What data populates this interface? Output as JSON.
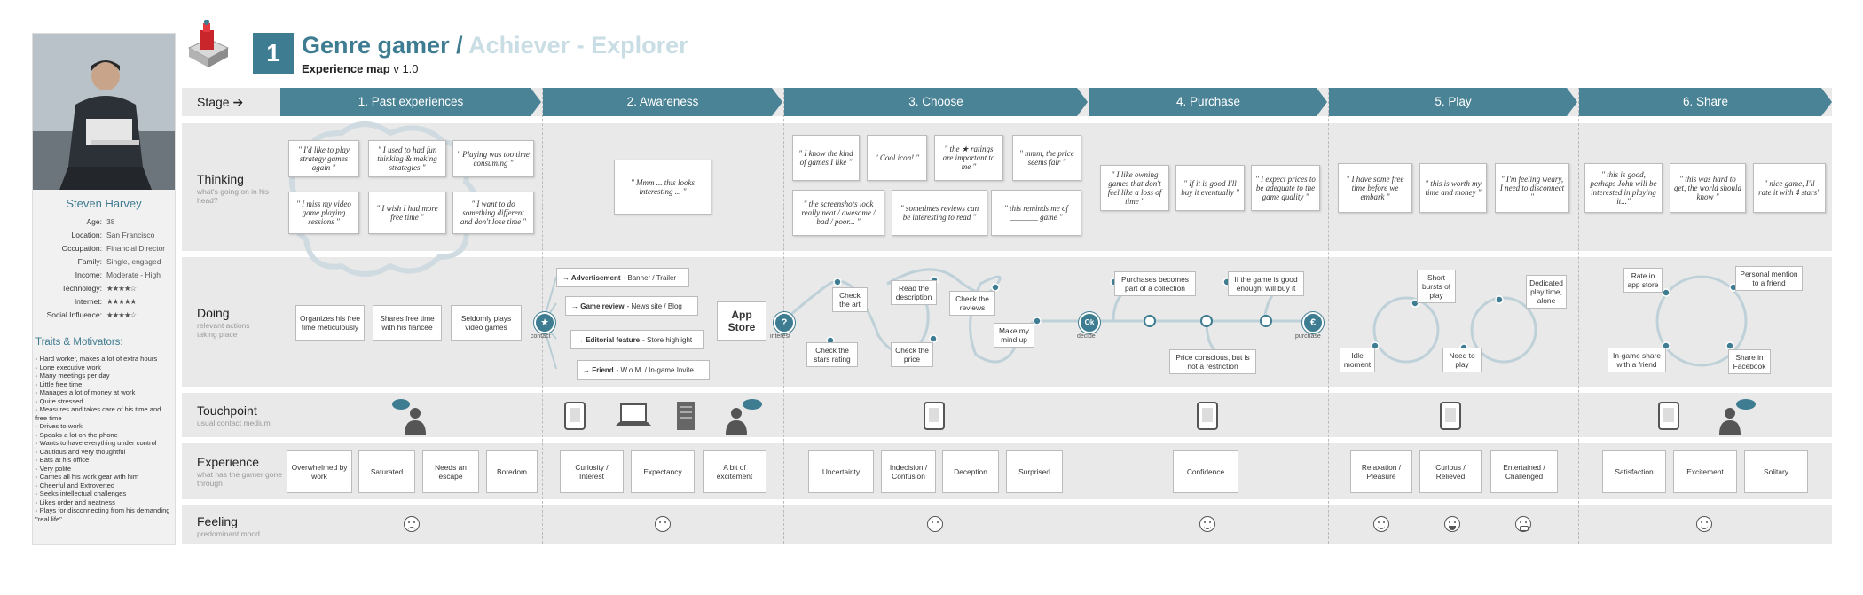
{
  "persona": {
    "name": "Steven Harvey",
    "details": [
      {
        "k": "Age:",
        "v": "38"
      },
      {
        "k": "Location:",
        "v": "San Francisco"
      },
      {
        "k": "Occupation:",
        "v": "Financial Director"
      },
      {
        "k": "Family:",
        "v": "Single, engaged"
      },
      {
        "k": "Income:",
        "v": "Moderate - High"
      }
    ],
    "ratings": [
      {
        "k": "Technology:",
        "stars": 4
      },
      {
        "k": "Internet:",
        "stars": 5
      },
      {
        "k": "Social Influence:",
        "stars": 4
      }
    ],
    "traits_heading": "Traits & Motivators:",
    "traits": [
      "· Hard worker, makes a lot of extra hours",
      "· Lone executive work",
      "· Many meetings per day",
      "· Little free time",
      "· Manages a lot of money at work",
      "· Quite stressed",
      "· Measures and takes care of his time and free time",
      "· Drives to work",
      "· Speaks a lot on the phone",
      "· Wants to have everything under control",
      "· Cautious and very thoughtful",
      "· Eats at his office",
      "· Very polite",
      "· Carries all his work gear with him",
      "· Cheerful and Extroverted",
      "· Seeks intellectual challenges",
      "· Likes order and neatness",
      "· Plays for disconnecting from his demanding \"real life\""
    ]
  },
  "header": {
    "number": "1",
    "title_main": "Genre gamer /",
    "title_sub": " Achiever - Explorer",
    "subtitle": "Experience map",
    "version": " v 1.0"
  },
  "rows": {
    "stage": "Stage ➔",
    "thinking": {
      "label": "Thinking",
      "sub": "what's going on in his head?"
    },
    "doing": {
      "label": "Doing",
      "sub": "relevant actions taking place"
    },
    "touchpoint": {
      "label": "Touchpoint",
      "sub": "usual contact medium"
    },
    "experience": {
      "label": "Experience",
      "sub": "what has the gamer gone through"
    },
    "feeling": {
      "label": "Feeling",
      "sub": "predominant mood"
    }
  },
  "stages": [
    "1. Past experiences",
    "2. Awareness",
    "3. Choose",
    "4. Purchase",
    "5. Play",
    "6. Share"
  ],
  "thinking": [
    "\" I'd like to play strategy games again \"",
    "\" I used to had fun thinking & making strategies \"",
    "\" Playing was too time consuming \"",
    "\" I miss my video game playing sessions \"",
    "\" I wish I had more free time \"",
    "\" I want to do something different and don't lose time \"",
    "\" Mmm ... this looks interesting ... \"",
    "\" I know the kind of games I like \"",
    "\" Cool icon! \"",
    "\" the ★ ratings are important to me \"",
    "\" mmm, the price seems fair \"",
    "\" the screenshots look really neat / awesome / bad / poor... \"",
    "\" sometimes reviews can be interesting to read \"",
    "\" this reminds me of _______ game \"",
    "\" I like owning games that don't feel like a loss of time \"",
    "\" If it is good I'll buy it eventually \"",
    "\" I expect prices to be adequate to the game quality \"",
    "\" I have some free time before we embark \"",
    "\" this is worth my time and money \"",
    "\" I'm feeling weary, I need to disconnect \"",
    "\" this is good, perhaps John will be interested in playing it...\"",
    "\" this was hard to get, the world should know \"",
    "\" nice game, I'll rate it with 4 stars\""
  ],
  "doing": {
    "past": [
      "Organizes his free time meticulously",
      "Shares free time with his fiancee",
      "Seldomly plays video games"
    ],
    "channels": [
      {
        "b": "→ Advertisement",
        "t": " - Banner / Trailer"
      },
      {
        "b": "→ Game review",
        "t": " - News site / Blog"
      },
      {
        "b": "→ Editorial feature",
        "t": " - Store highlight"
      },
      {
        "b": "→ Friend",
        "t": " - W.o.M. / In-game Invite"
      }
    ],
    "appstore": "App Store",
    "contact": "contact",
    "interest": "interest",
    "decide": "decide",
    "purchase": "purchase",
    "choose": [
      "Check the art",
      "Read the description",
      "Check the reviews",
      "Make my mind up",
      "Check the stars rating",
      "Check the price"
    ],
    "buy": [
      "Purchases becomes part of a collection",
      "If the game is good enough: will buy it",
      "Price conscious, but is not a restriction"
    ],
    "play": [
      "Short bursts of play",
      "Dedicated play time, alone",
      "Idle moment",
      "Need to play"
    ],
    "share": [
      "Rate in app store",
      "Personal mention to a friend",
      "In-game share with a friend",
      "Share in Facebook"
    ]
  },
  "experience": [
    "Overwhelmed by work",
    "Saturated",
    "Needs an escape",
    "Boredom",
    "Curiosity / Interest",
    "Expectancy",
    "A bit of excitement",
    "Uncertainty",
    "Indecision / Confusion",
    "Deception",
    "Surprised",
    "Confidence",
    "Relaxation / Pleasure",
    "Curious / Relieved",
    "Entertained / Challenged",
    "Satisfaction",
    "Excitement",
    "Solitary"
  ],
  "colors": {
    "accent": "#3e7c91",
    "stage": "#4a8396",
    "rowbg": "#e9e9e9",
    "star": "#e6a820"
  }
}
